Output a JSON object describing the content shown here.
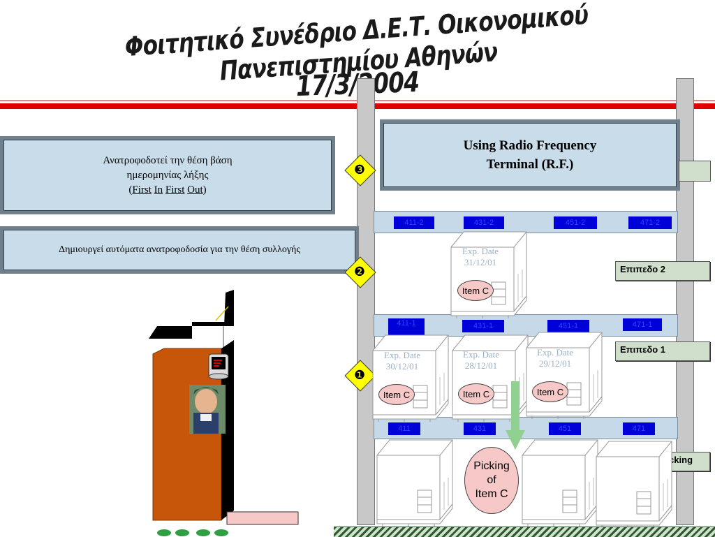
{
  "title": {
    "line1": "Φοιτητικό Συνέδριο Δ.Ε.Τ. Οικονομικού Πανεπιστημίου Αθηνών",
    "line2": "17/3/2004"
  },
  "boxes": {
    "rf_terminal": {
      "line1": "Using Radio Frequency",
      "line2": "Terminal (R.F.)"
    },
    "fifo": {
      "line1": "Ανατροφοδοτεί την θέση βάση",
      "line2": "ημερομηνίας λήξης",
      "open": "(",
      "w1": "First",
      "w2": "In",
      "w3": "First",
      "w4": "Out",
      "close": ")"
    },
    "auto_feedback": "Δημιουργεί αυτόματα ανατροφοδοσία για την θέση συλλογής"
  },
  "steps": [
    "❸",
    "❷",
    "❶"
  ],
  "locations": {
    "level2": [
      "411-2",
      "431-2",
      "451-2",
      "471-2"
    ],
    "level1": [
      "411-1",
      "431-1",
      "451-1",
      "471-1"
    ],
    "picking": [
      "411",
      "431",
      "451",
      "471"
    ]
  },
  "levels": [
    "Επιπεδο 2",
    "Επιπεδο 1",
    "Επιπεδο Picking"
  ],
  "items": {
    "top": {
      "exp_label": "Exp. Date",
      "date": "31/12/01",
      "name": "Item C"
    },
    "mid1": {
      "exp_label": "Exp. Date",
      "date": "30/12/01",
      "name": "Item C"
    },
    "mid2": {
      "exp_label": "Exp. Date",
      "date": "28/12/01",
      "name": "Item C"
    },
    "mid3": {
      "exp_label": "Exp. Date",
      "date": "29/12/01",
      "name": "Item C"
    }
  },
  "picking": {
    "line1": "Picking",
    "line2": "of",
    "line3": "Item C"
  },
  "colors": {
    "accent_red": "#e00000",
    "shelf_blue": "#c5d9e8",
    "location_blue": "#0000d8",
    "step_yellow": "#ffff00",
    "forklift_orange": "#c8560a",
    "oval_pink": "#f7c8c8",
    "arrow_green": "#90d090"
  }
}
